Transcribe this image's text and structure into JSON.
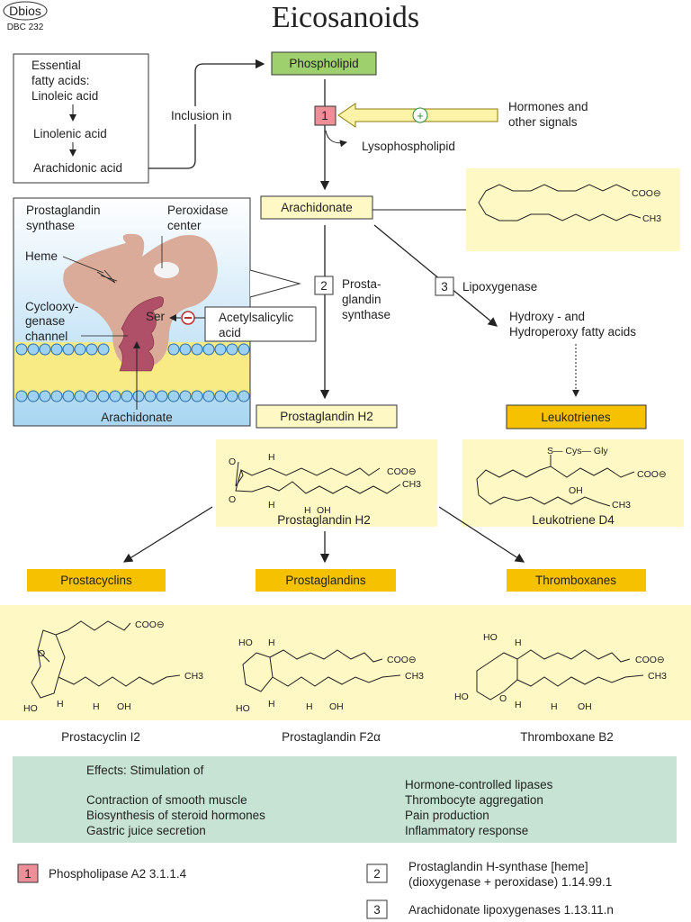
{
  "logo": {
    "name": "Dbios",
    "code": "DBC 232"
  },
  "title": "Eicosanoids",
  "essential": {
    "lines": [
      "Essential",
      "fatty acids:",
      "Linoleic acid"
    ],
    "linolenic": "Linolenic acid",
    "arachidonic": "Arachidonic acid"
  },
  "inclusion": "Inclusion in",
  "phospholipid": "Phospholipid",
  "hormones": [
    "Hormones and",
    "other signals"
  ],
  "lysophospholipid": "Lysophospholipid",
  "arachidonate": "Arachidonate",
  "enzyme": {
    "title": [
      "Prostaglandin",
      "synthase"
    ],
    "peroxidase": [
      "Peroxidase",
      "center"
    ],
    "heme": "Heme",
    "channel": [
      "Cyclooxy-",
      "genase",
      "channel"
    ],
    "ser": "Ser",
    "aspirin": [
      "Acetylsalicylic",
      "acid"
    ],
    "arachidonate": "Arachidonate"
  },
  "steps": {
    "s1": "1",
    "s2": "2",
    "s3": "3",
    "s2_label": [
      "Prosta-",
      "glandin",
      "synthase"
    ],
    "s3_label": "Lipoxygenase"
  },
  "hydroxy": [
    "Hydroxy - and",
    "Hydroperoxy fatty acids"
  ],
  "pgh2_box": "Prostaglandin H2",
  "leukotrienes": "Leukotrienes",
  "structures": {
    "pgh2": "Prostaglandin H2",
    "ltd4": "Leukotriene D4",
    "pgi2": "Prostacyclin I2",
    "pgf2a": "Prostaglandin F2α",
    "txb2": "Thromboxane B2",
    "coo": "COO⊖",
    "ch3": "CH3",
    "oh": "OH",
    "ho": "HO",
    "h": "H",
    "o": "O",
    "scysgly": "S— Cys— Gly"
  },
  "classes": [
    "Prostacyclins",
    "Prostaglandins",
    "Thromboxanes"
  ],
  "effects": {
    "heading": "Effects: Stimulation of",
    "left": [
      "Contraction of smooth muscle",
      "Biosynthesis of steroid hormones",
      "Gastric juice secretion"
    ],
    "right": [
      "Hormone-controlled lipases",
      "Thrombocyte aggregation",
      "Pain production",
      "Inflammatory response"
    ]
  },
  "legend": [
    {
      "num": "1",
      "text": [
        "Phospholipase A2 3.1.1.4"
      ]
    },
    {
      "num": "2",
      "text": [
        "Prostaglandin H-synthase [heme]",
        "(dioxygenase + peroxidase) 1.14.99.1"
      ]
    },
    {
      "num": "3",
      "text": [
        "Arachidonate lipoxygenases 1.13.11.n"
      ]
    }
  ],
  "colors": {
    "green": "#9fd06e",
    "pink": "#ee8f98",
    "pale": "#fdf8c4",
    "orange": "#f6c100",
    "effects": "#c6e3d3",
    "protein": "#d9ab98",
    "channel": "#b04f68"
  }
}
